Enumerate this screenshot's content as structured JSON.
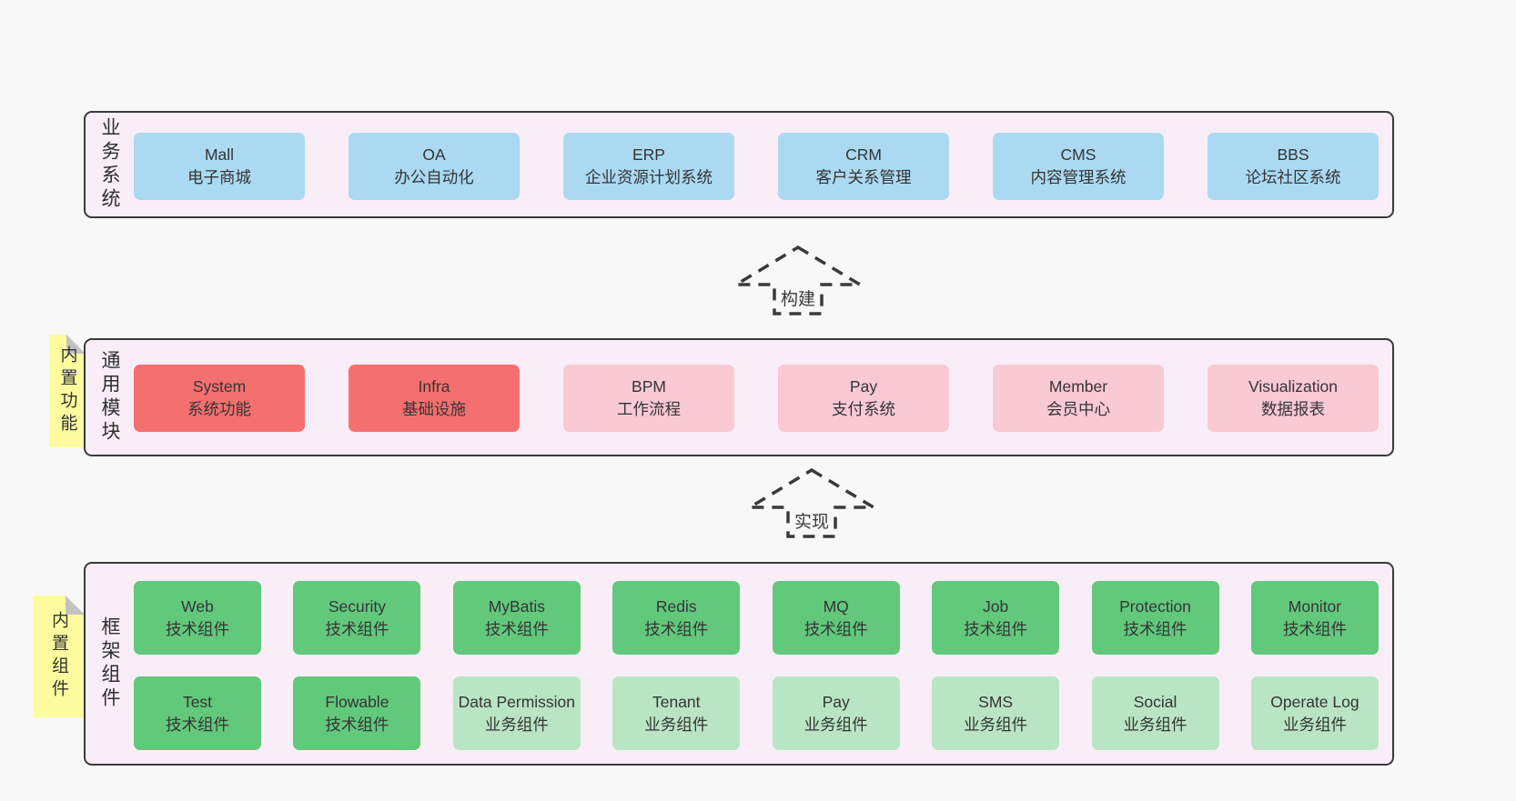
{
  "colors": {
    "page_background": "#f8f8f8",
    "container_fill": "#f9edf7",
    "container_border": "#3b3b3b",
    "system_blue": "#abd9f2",
    "module_red": "#f4706f",
    "module_pink": "#f9c9d4",
    "component_green": "#62c87c",
    "component_light_green": "#b9e5c4",
    "note_yellow": "#fcfc9e",
    "note_fold_gray": "#c2c2c2",
    "text": "#353535"
  },
  "arrows": [
    {
      "label": "构建"
    },
    {
      "label": "实现"
    }
  ],
  "bands": [
    {
      "label": "业务系统",
      "boxes": [
        {
          "name": "Mall",
          "subtitle": "电子商城"
        },
        {
          "name": "OA",
          "subtitle": "办公自动化"
        },
        {
          "name": "ERP",
          "subtitle": "企业资源计划系统"
        },
        {
          "name": "CRM",
          "subtitle": "客户关系管理"
        },
        {
          "name": "CMS",
          "subtitle": "内容管理系统"
        },
        {
          "name": "BBS",
          "subtitle": "论坛社区系统"
        }
      ]
    },
    {
      "label": "通用模块",
      "note": "内置功能",
      "boxes": [
        {
          "name": "System",
          "subtitle": "系统功能"
        },
        {
          "name": "Infra",
          "subtitle": "基础设施"
        },
        {
          "name": "BPM",
          "subtitle": "工作流程"
        },
        {
          "name": "Pay",
          "subtitle": "支付系统"
        },
        {
          "name": "Member",
          "subtitle": "会员中心"
        },
        {
          "name": "Visualization",
          "subtitle": "数据报表"
        }
      ]
    },
    {
      "label": "框架组件",
      "note": "内置组件",
      "rows": [
        [
          {
            "name": "Web",
            "subtitle": "技术组件"
          },
          {
            "name": "Security",
            "subtitle": "技术组件"
          },
          {
            "name": "MyBatis",
            "subtitle": "技术组件"
          },
          {
            "name": "Redis",
            "subtitle": "技术组件"
          },
          {
            "name": "MQ",
            "subtitle": "技术组件"
          },
          {
            "name": "Job",
            "subtitle": "技术组件"
          },
          {
            "name": "Protection",
            "subtitle": "技术组件"
          },
          {
            "name": "Monitor",
            "subtitle": "技术组件"
          }
        ],
        [
          {
            "name": "Test",
            "subtitle": "技术组件"
          },
          {
            "name": "Flowable",
            "subtitle": "技术组件"
          },
          {
            "name": "Data Permission",
            "subtitle": "业务组件"
          },
          {
            "name": "Tenant",
            "subtitle": "业务组件"
          },
          {
            "name": "Pay",
            "subtitle": "业务组件"
          },
          {
            "name": "SMS",
            "subtitle": "业务组件"
          },
          {
            "name": "Social",
            "subtitle": "业务组件"
          },
          {
            "name": "Operate Log",
            "subtitle": "业务组件"
          }
        ]
      ]
    }
  ]
}
